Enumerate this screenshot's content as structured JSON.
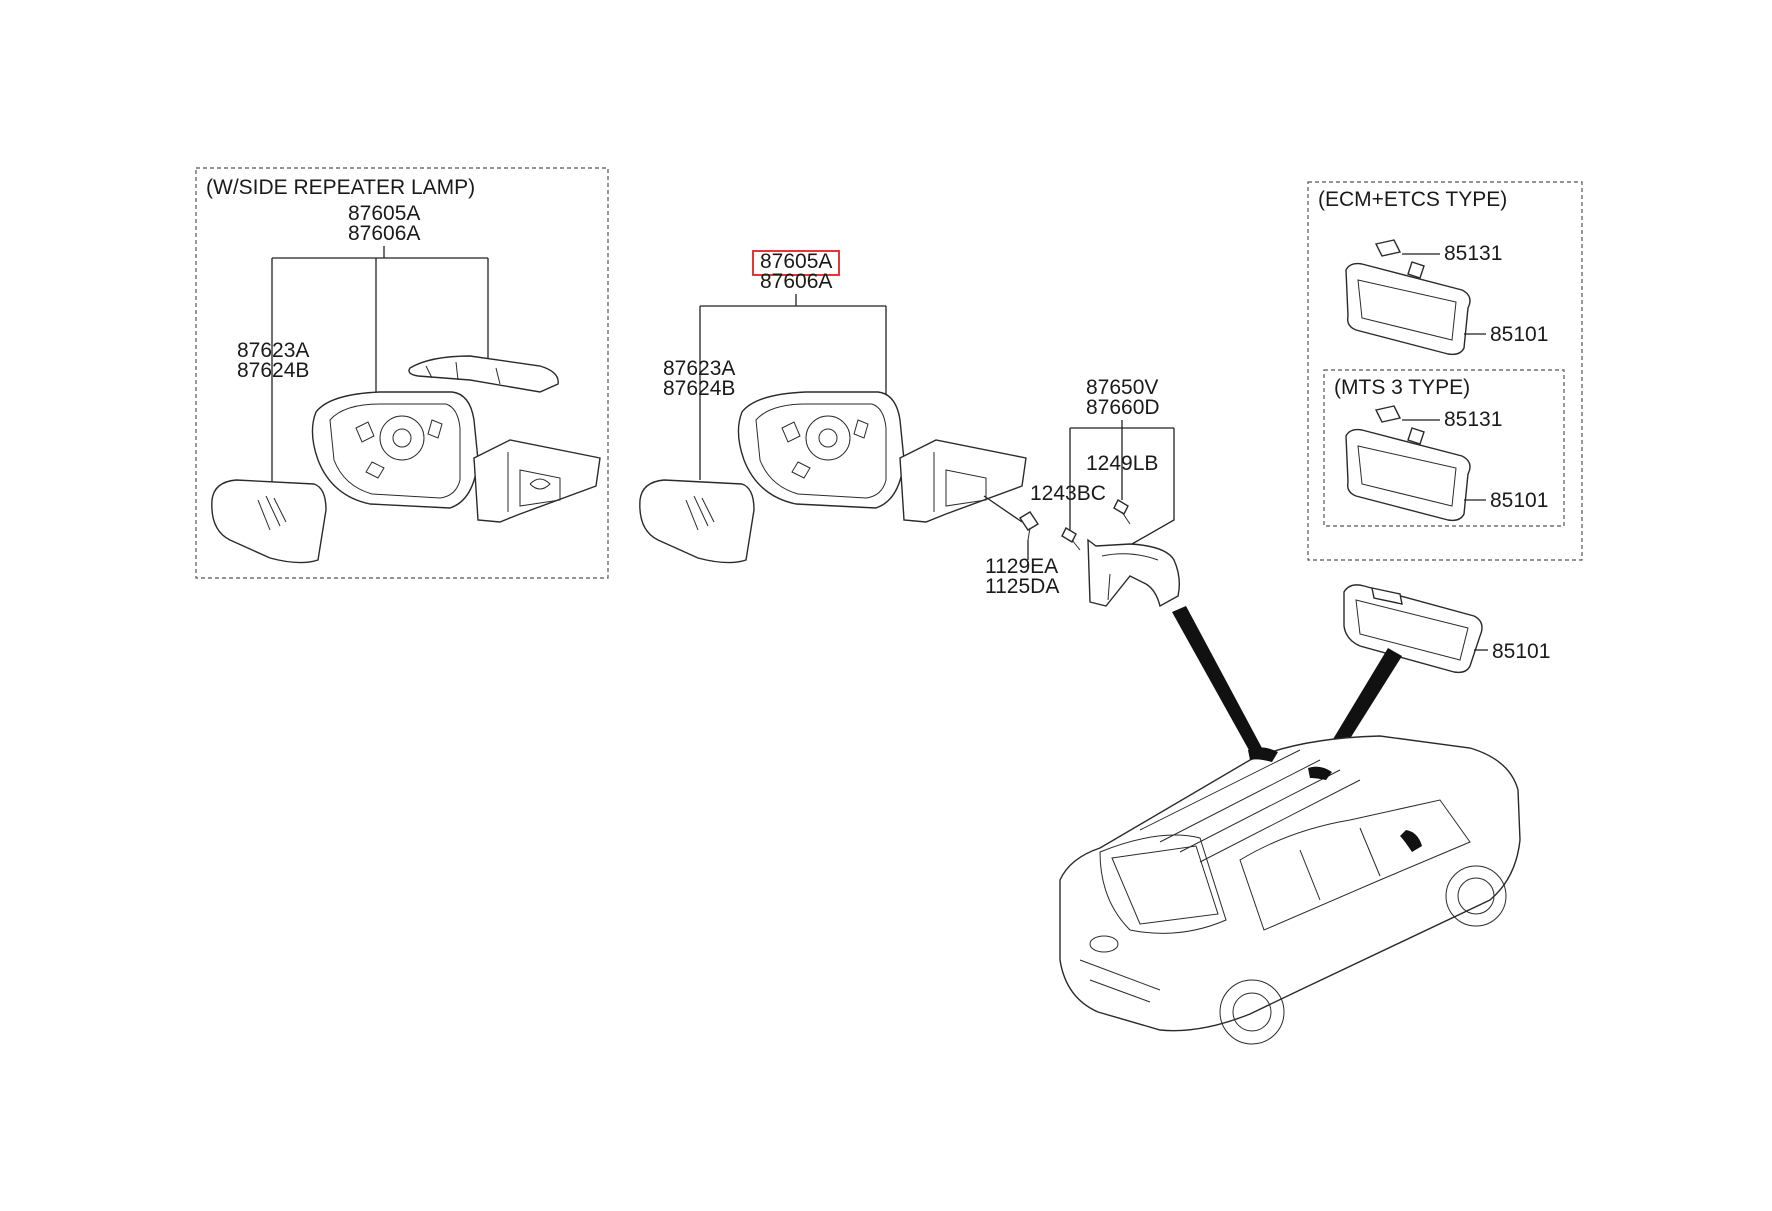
{
  "groups": {
    "side_repeater_header": "(W/SIDE REPEATER LAMP)",
    "ecm_etcs_header": "(ECM+ETCS TYPE)",
    "mts3_header": "(MTS 3 TYPE)"
  },
  "labels": {
    "rep_assy_a": "87605A",
    "rep_assy_b": "87606A",
    "rep_glass_a": "87623A",
    "rep_glass_b": "87624B",
    "main_assy_a": "87605A",
    "main_assy_b": "87606A",
    "main_glass_a": "87623A",
    "main_glass_b": "87624B",
    "cover_a": "87650V",
    "cover_b": "87660D",
    "screw_1249": "1249LB",
    "screw_1243": "1243BC",
    "bolt_a": "1129EA",
    "bolt_b": "1125DA",
    "ecm_bracket": "85131",
    "ecm_mirror": "85101",
    "mts_bracket": "85131",
    "mts_mirror": "85101",
    "base_mirror": "85101"
  },
  "highlight": {
    "target": "87605A",
    "color": "#e02020"
  }
}
